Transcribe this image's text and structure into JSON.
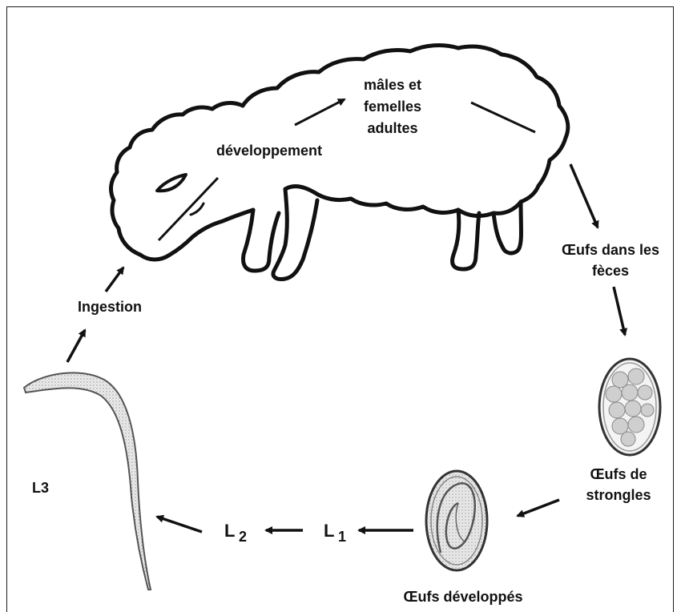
{
  "labels": {
    "adults_line1": "mâles et",
    "adults_line2": "femelles",
    "adults_line3": "adultes",
    "development": "développement",
    "feces_line1": "Œufs dans les",
    "feces_line2": "fèces",
    "strongyle_line1": "Œufs de",
    "strongyle_line2": "strongles",
    "developed_eggs": "Œufs développés",
    "ingestion": "Ingestion",
    "l3": "L3",
    "l1_letter": "L",
    "l1_sub": "1",
    "l2_letter": "L",
    "l2_sub": "2"
  },
  "colors": {
    "ink": "#111111",
    "egg_fill": "#d8d8d8",
    "larva_fill": "#e3e3e3"
  },
  "icons": [
    "sheep-illustration",
    "egg-illustration",
    "developed-egg-illustration",
    "larva-illustration"
  ]
}
